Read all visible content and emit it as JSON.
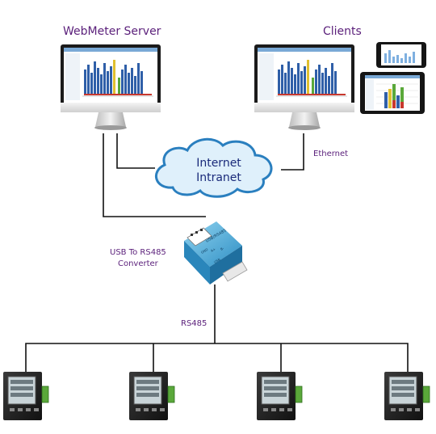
{
  "labels": {
    "server": "WebMeter Server",
    "clients": "Clients",
    "ethernet": "Ethernet",
    "converter_line1": "USB To RS485",
    "converter_line2": "Converter",
    "rs485": "RS485",
    "cloud_line1": "Internet",
    "cloud_line2": "Intranet"
  },
  "converter_print": {
    "brand": "USB/RS485",
    "pins": [
      "GND",
      "A+",
      "B-"
    ],
    "port": "USB"
  },
  "colors": {
    "label": "#5a1f7a",
    "cloud_fill": "#dff0fb",
    "cloud_stroke": "#2a7fbf",
    "wire": "#111111",
    "converter": "#3aa6d8",
    "bar_blue": "#2f5fa8",
    "bar_green": "#5aa83a",
    "bar_red": "#c8382e",
    "bar_yellow": "#e0c030"
  },
  "meters": {
    "count": 4,
    "icon": "power-meter-icon"
  }
}
